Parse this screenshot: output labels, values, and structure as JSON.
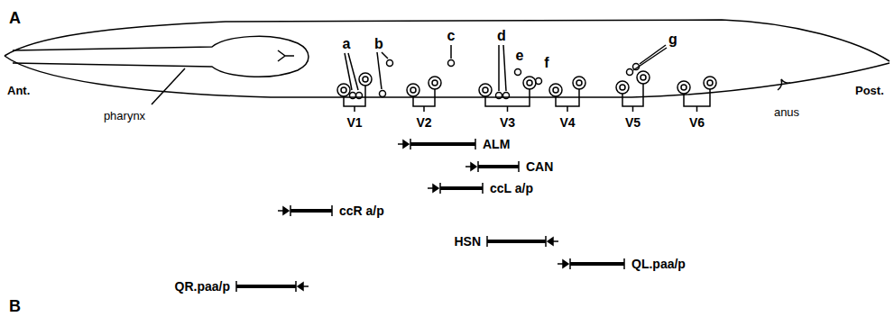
{
  "diagram": {
    "labels": [
      "A",
      "a",
      "b",
      "c",
      "d",
      "e",
      "f",
      "g",
      "pharynx",
      "Ant.",
      "Post.",
      "anus",
      "V1",
      "V2",
      "V3",
      "V4",
      "V5",
      "V6",
      "ALM",
      "CAN",
      "ccL a/p",
      "ccR a/p",
      "HSN",
      "QL.paa/p",
      "QR.paa/p",
      "B"
    ]
  }
}
